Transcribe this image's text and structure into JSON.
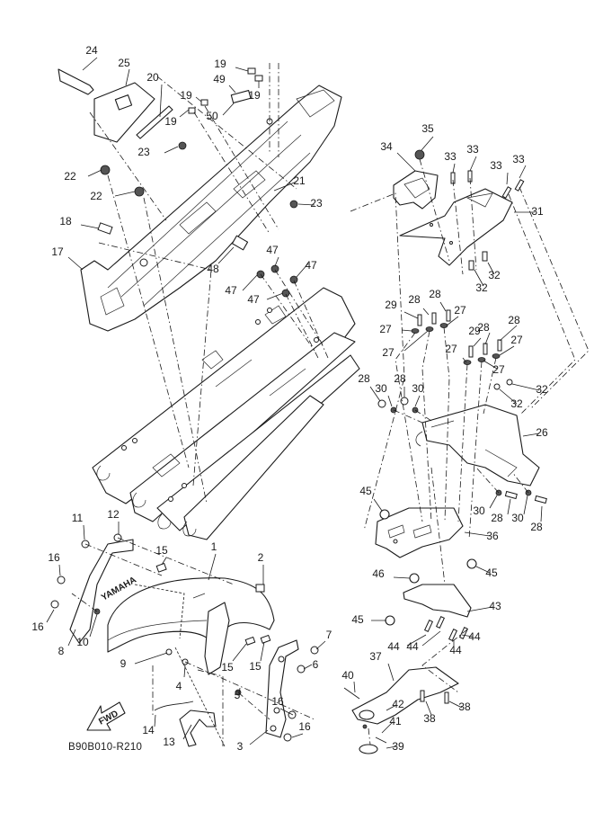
{
  "diagram": {
    "type": "exploded-parts-diagram",
    "subject": "motorcycle rear frame, seat cowl, rear fender and front fender assembly",
    "document_code": "B90B010-R210",
    "direction_indicator": "FWD",
    "brand_decal_text": "YAMAHA",
    "callouts": [
      {
        "id": "c1",
        "label": "1",
        "part": "front fender"
      },
      {
        "id": "c2",
        "label": "2",
        "part": "grommet / collar"
      },
      {
        "id": "c3",
        "label": "3",
        "part": "fender stay (right)"
      },
      {
        "id": "c4",
        "label": "4",
        "part": "bolt"
      },
      {
        "id": "c5",
        "label": "5",
        "part": "nut"
      },
      {
        "id": "c6",
        "label": "6",
        "part": "bolt"
      },
      {
        "id": "c7",
        "label": "7",
        "part": "bolt"
      },
      {
        "id": "c8",
        "label": "8",
        "part": "fender stay (left)"
      },
      {
        "id": "c9",
        "label": "9",
        "part": "screw"
      },
      {
        "id": "c10",
        "label": "10",
        "part": "nut"
      },
      {
        "id": "c11",
        "label": "11",
        "part": "bolt"
      },
      {
        "id": "c12",
        "label": "12",
        "part": "bolt"
      },
      {
        "id": "c13",
        "label": "13",
        "part": "bracket"
      },
      {
        "id": "c14",
        "label": "14",
        "part": "hose holder / clamp"
      },
      {
        "id": "c15a",
        "label": "15",
        "part": "damper"
      },
      {
        "id": "c15b",
        "label": "15",
        "part": "damper"
      },
      {
        "id": "c15c",
        "label": "15",
        "part": "damper"
      },
      {
        "id": "c16a",
        "label": "16",
        "part": "bolt"
      },
      {
        "id": "c16b",
        "label": "16",
        "part": "bolt"
      },
      {
        "id": "c16c",
        "label": "16",
        "part": "bolt"
      },
      {
        "id": "c16d",
        "label": "16",
        "part": "bolt"
      },
      {
        "id": "c17",
        "label": "17",
        "part": "rear fender (inner)"
      },
      {
        "id": "c18",
        "label": "18",
        "part": "clip"
      },
      {
        "id": "c19a",
        "label": "19",
        "part": "nut (speed nut)"
      },
      {
        "id": "c19b",
        "label": "19",
        "part": "nut (speed nut)"
      },
      {
        "id": "c19c",
        "label": "19",
        "part": "nut (speed nut)"
      },
      {
        "id": "c19d",
        "label": "19",
        "part": "nut (speed nut)"
      },
      {
        "id": "c20",
        "label": "20",
        "part": "seat lock rod"
      },
      {
        "id": "c21",
        "label": "21",
        "part": "band"
      },
      {
        "id": "c22a",
        "label": "22",
        "part": "bolt"
      },
      {
        "id": "c22b",
        "label": "22",
        "part": "bolt"
      },
      {
        "id": "c23a",
        "label": "23",
        "part": "bolt"
      },
      {
        "id": "c23b",
        "label": "23",
        "part": "bolt"
      },
      {
        "id": "c24",
        "label": "24",
        "part": "strap"
      },
      {
        "id": "c25",
        "label": "25",
        "part": "tool holder / sheet"
      },
      {
        "id": "c26",
        "label": "26",
        "part": "rear fender (lower)"
      },
      {
        "id": "c27a",
        "label": "27",
        "part": "washer"
      },
      {
        "id": "c27b",
        "label": "27",
        "part": "washer"
      },
      {
        "id": "c27c",
        "label": "27",
        "part": "washer"
      },
      {
        "id": "c27d",
        "label": "27",
        "part": "washer"
      },
      {
        "id": "c27e",
        "label": "27",
        "part": "washer"
      },
      {
        "id": "c27f",
        "label": "27",
        "part": "washer"
      },
      {
        "id": "c28a",
        "label": "28",
        "part": "bolt"
      },
      {
        "id": "c28b",
        "label": "28",
        "part": "bolt"
      },
      {
        "id": "c28c",
        "label": "28",
        "part": "bolt"
      },
      {
        "id": "c28d",
        "label": "28",
        "part": "bolt"
      },
      {
        "id": "c28e",
        "label": "28",
        "part": "bolt"
      },
      {
        "id": "c28f",
        "label": "28",
        "part": "bolt"
      },
      {
        "id": "c28g",
        "label": "28",
        "part": "bolt"
      },
      {
        "id": "c28h",
        "label": "28",
        "part": "bolt"
      },
      {
        "id": "c29a",
        "label": "29",
        "part": "bolt"
      },
      {
        "id": "c29b",
        "label": "29",
        "part": "bolt"
      },
      {
        "id": "c30a",
        "label": "30",
        "part": "collar"
      },
      {
        "id": "c30b",
        "label": "30",
        "part": "collar"
      },
      {
        "id": "c30c",
        "label": "30",
        "part": "collar"
      },
      {
        "id": "c30d",
        "label": "30",
        "part": "collar"
      },
      {
        "id": "c31",
        "label": "31",
        "part": "rear fender (upper)"
      },
      {
        "id": "c32a",
        "label": "32",
        "part": "rivet"
      },
      {
        "id": "c32b",
        "label": "32",
        "part": "rivet"
      },
      {
        "id": "c32c",
        "label": "32",
        "part": "rivet"
      },
      {
        "id": "c32d",
        "label": "32",
        "part": "rivet"
      },
      {
        "id": "c33a",
        "label": "33",
        "part": "screw"
      },
      {
        "id": "c33b",
        "label": "33",
        "part": "screw"
      },
      {
        "id": "c33c",
        "label": "33",
        "part": "screw"
      },
      {
        "id": "c33d",
        "label": "33",
        "part": "screw"
      },
      {
        "id": "c34",
        "label": "34",
        "part": "bracket"
      },
      {
        "id": "c35",
        "label": "35",
        "part": "nut"
      },
      {
        "id": "c36",
        "label": "36",
        "part": "license plate bracket"
      },
      {
        "id": "c37",
        "label": "37",
        "part": "license light bracket"
      },
      {
        "id": "c38a",
        "label": "38",
        "part": "bolt"
      },
      {
        "id": "c38b",
        "label": "38",
        "part": "bolt"
      },
      {
        "id": "c39",
        "label": "39",
        "part": "reflector"
      },
      {
        "id": "c40",
        "label": "40",
        "part": "bolt"
      },
      {
        "id": "c41",
        "label": "41",
        "part": "washer"
      },
      {
        "id": "c42",
        "label": "42",
        "part": "nut"
      },
      {
        "id": "c43",
        "label": "43",
        "part": "stay"
      },
      {
        "id": "c44a",
        "label": "44",
        "part": "bolt"
      },
      {
        "id": "c44b",
        "label": "44",
        "part": "bolt"
      },
      {
        "id": "c44c",
        "label": "44",
        "part": "bolt"
      },
      {
        "id": "c44d",
        "label": "44",
        "part": "bolt"
      },
      {
        "id": "c45a",
        "label": "45",
        "part": "clamp"
      },
      {
        "id": "c45b",
        "label": "45",
        "part": "clamp"
      },
      {
        "id": "c45c",
        "label": "45",
        "part": "clamp"
      },
      {
        "id": "c46",
        "label": "46",
        "part": "clamp"
      },
      {
        "id": "c47a",
        "label": "47",
        "part": "nut"
      },
      {
        "id": "c47b",
        "label": "47",
        "part": "nut"
      },
      {
        "id": "c47c",
        "label": "47",
        "part": "nut"
      },
      {
        "id": "c47d",
        "label": "47",
        "part": "nut"
      },
      {
        "id": "c48",
        "label": "48",
        "part": "label"
      },
      {
        "id": "c49",
        "label": "49",
        "part": "damper"
      },
      {
        "id": "c50",
        "label": "50",
        "part": "damper"
      }
    ]
  }
}
